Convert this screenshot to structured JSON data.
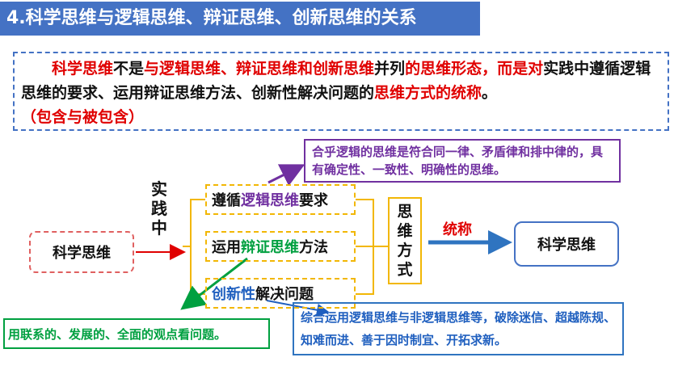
{
  "title": "4.科学思维与逻辑思维、辩证思维、创新思维的关系",
  "definition": {
    "p1": "科学思维",
    "p2": "不是",
    "p3": "与逻辑思维、辩证思维和创新思维",
    "p4": "并列",
    "p5": "的思维形态，而是对",
    "p6": "实践中遵循逻辑思维的要求、运用辩证思维方法、创新性解决问题的",
    "p7": "思维方式的统称",
    "p8": "。",
    "p9": "（包含与被包含）"
  },
  "diagram": {
    "source_label": "科学思维",
    "practice_label": [
      "实",
      "践",
      "中"
    ],
    "branch1": {
      "pre": "遵循",
      "key": "逻辑思维",
      "post": "要求"
    },
    "branch2": {
      "pre": "运用",
      "key": "辩证思维",
      "post": "方法"
    },
    "branch3": {
      "pre": "",
      "key": "创新性",
      "post": "解决问题"
    },
    "mode_label": [
      "思",
      "维",
      "方",
      "式"
    ],
    "link_label": "统称",
    "target_label": "科学思维",
    "note_logic": "合乎逻辑的思维是符合同一律、矛盾律和排中律的，具有确定性、一致性、明确性的思维。",
    "note_dialectic": "用联系的、发展的、全面的观点看问题。",
    "note_creative": "综合运用逻辑思维与非逻辑思维等，破除迷信、超越陈规、知难而进、善于因时制宜、开拓求新。"
  },
  "colors": {
    "title_bg": "#4472c4",
    "emphasis_red": "#e00000",
    "logic_purple": "#7030a0",
    "dialectic_green": "#00a040",
    "creative_blue": "#1f5fbf",
    "bracket_yellow": "#f2b705"
  }
}
